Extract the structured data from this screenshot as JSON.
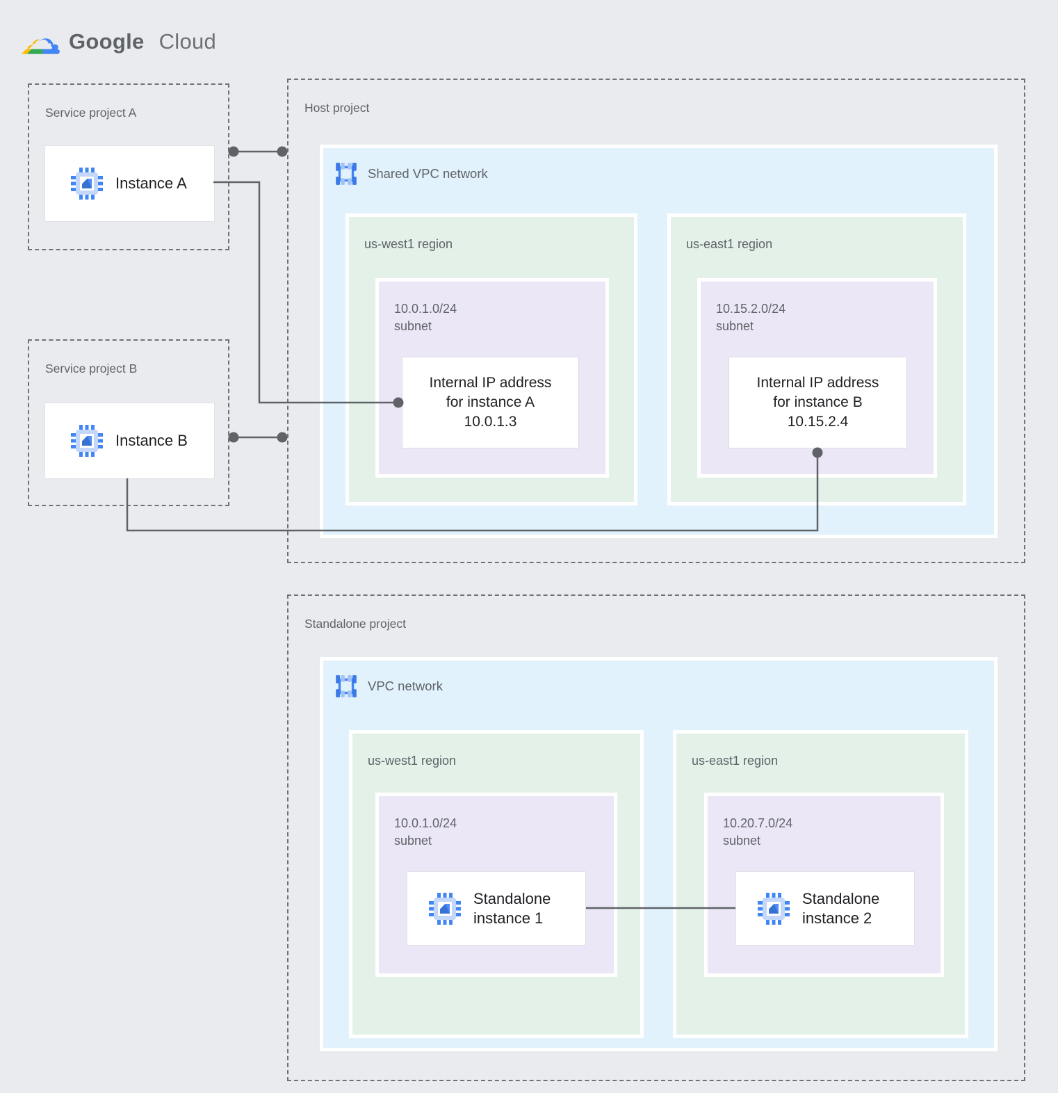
{
  "logo": {
    "brand": "Google",
    "product": "Cloud"
  },
  "service_project_a": {
    "title": "Service project A",
    "instance": "Instance A"
  },
  "service_project_b": {
    "title": "Service project B",
    "instance": "Instance B"
  },
  "host_project": {
    "title": "Host project",
    "network_label": "Shared VPC network",
    "regions": [
      {
        "name": "us-west1 region",
        "cidr": "10.0.1.0/24",
        "subnet_word": "subnet",
        "ip_lines": [
          "Internal IP address",
          "for instance A",
          "10.0.1.3"
        ]
      },
      {
        "name": "us-east1 region",
        "cidr": "10.15.2.0/24",
        "subnet_word": "subnet",
        "ip_lines": [
          "Internal IP address",
          "for instance B",
          "10.15.2.4"
        ]
      }
    ]
  },
  "standalone_project": {
    "title": "Standalone project",
    "network_label": "VPC network",
    "regions": [
      {
        "name": "us-west1 region",
        "cidr": "10.0.1.0/24",
        "subnet_word": "subnet",
        "instance": "Standalone instance 1"
      },
      {
        "name": "us-east1 region",
        "cidr": "10.20.7.0/24",
        "subnet_word": "subnet",
        "instance": "Standalone instance 2"
      }
    ]
  },
  "colors": {
    "background": "#E9EBEE",
    "network_bg": "#E2F2FC",
    "region_bg": "#E3F1E9",
    "subnet_bg": "#ECE7F6",
    "accent_blue": "#4285F4",
    "connector": "#5F6368",
    "logo_red": "#EA4335",
    "logo_yellow": "#FBBC04",
    "logo_green": "#34A853",
    "logo_blue": "#4285F4"
  }
}
